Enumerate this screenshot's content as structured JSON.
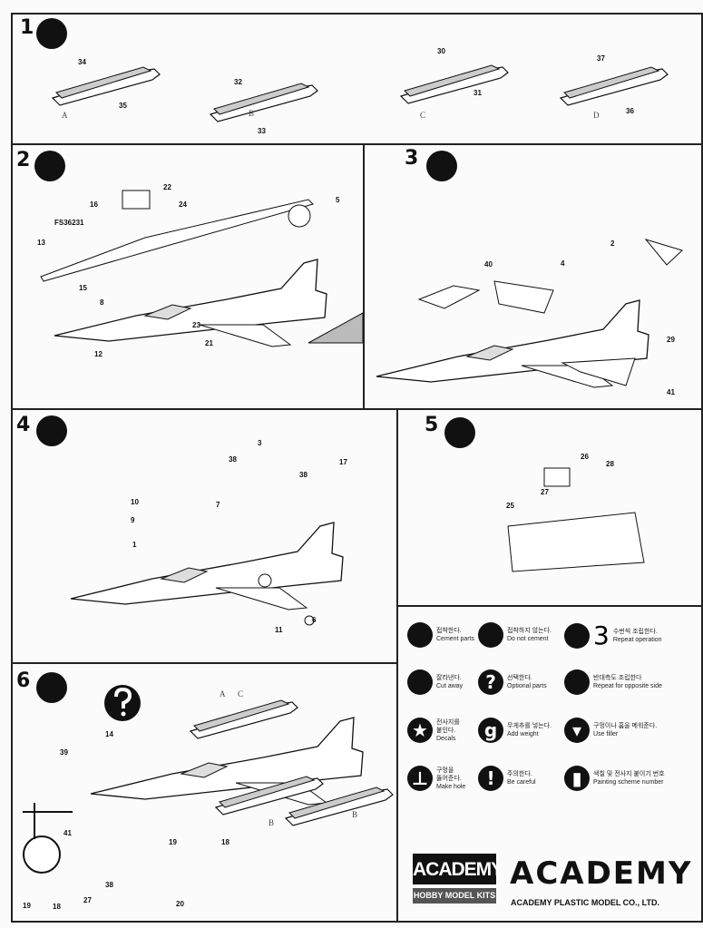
{
  "steps": [
    {
      "number": "1",
      "labels": [
        "34",
        "35",
        "A",
        "32",
        "33",
        "B",
        "30",
        "31",
        "C",
        "37",
        "36",
        "D"
      ]
    },
    {
      "number": "2",
      "labels": [
        "22",
        "24",
        "16",
        "FS36231",
        "13",
        "15",
        "8",
        "12",
        "23",
        "21",
        "5"
      ]
    },
    {
      "number": "3",
      "labels": [
        "2",
        "40",
        "4",
        "29",
        "41"
      ]
    },
    {
      "number": "4",
      "labels": [
        "3",
        "38",
        "38",
        "17",
        "10",
        "9",
        "7",
        "1",
        "11",
        "6"
      ]
    },
    {
      "number": "5",
      "labels": [
        "26",
        "28",
        "27",
        "25"
      ]
    },
    {
      "number": "6",
      "labels": [
        "14",
        "39",
        "A",
        "C",
        "B",
        "B",
        "41",
        "38",
        "27",
        "19",
        "18",
        "19",
        "18",
        "20"
      ]
    }
  ],
  "legend": [
    {
      "icon": "cement-icon",
      "ko": "접착한다.",
      "en": "Cement parts"
    },
    {
      "icon": "do-not-cement-icon",
      "ko": "접착하지 않는다.",
      "en": "Do not cement"
    },
    {
      "icon": "repeat-icon",
      "count": "3",
      "ko": "수번씩 조립한다.",
      "en": "Repeat operation"
    },
    {
      "icon": "cut-icon",
      "ko": "잘라낸다.",
      "en": "Cut away"
    },
    {
      "icon": "question-icon",
      "glyph": "?",
      "ko": "선택한다.",
      "en": "Optional parts"
    },
    {
      "icon": "opposite-side-icon",
      "ko": "반대측도 조립한다",
      "en": "Repeat for opposite side"
    },
    {
      "icon": "star-icon",
      "glyph": "★",
      "ko": "전사지를 붙인다.",
      "en": "Decals"
    },
    {
      "icon": "weight-icon",
      "glyph": "g",
      "ko": "무게추를 넣는다.",
      "en": "Add weight"
    },
    {
      "icon": "filler-icon",
      "glyph": "▾",
      "ko": "구멍이나 홈을 메워준다.",
      "en": "Use filler"
    },
    {
      "icon": "drill-icon",
      "glyph": "⊥",
      "ko": "구멍을 뚫어준다.",
      "en": "Make hole"
    },
    {
      "icon": "exclamation-icon",
      "glyph": "!",
      "ko": "주의한다.",
      "en": "Be careful"
    },
    {
      "icon": "painting-icon",
      "glyph": "▮",
      "ko": "색칠 및 전사지 붙이기 번호",
      "en": "Painting scheme number"
    }
  ],
  "brand": {
    "box_title": "ACADEMY",
    "box_sub": "HOBBY MODEL KITS",
    "wordmark": "ACADEMY",
    "company": "ACADEMY PLASTIC MODEL CO., LTD."
  }
}
